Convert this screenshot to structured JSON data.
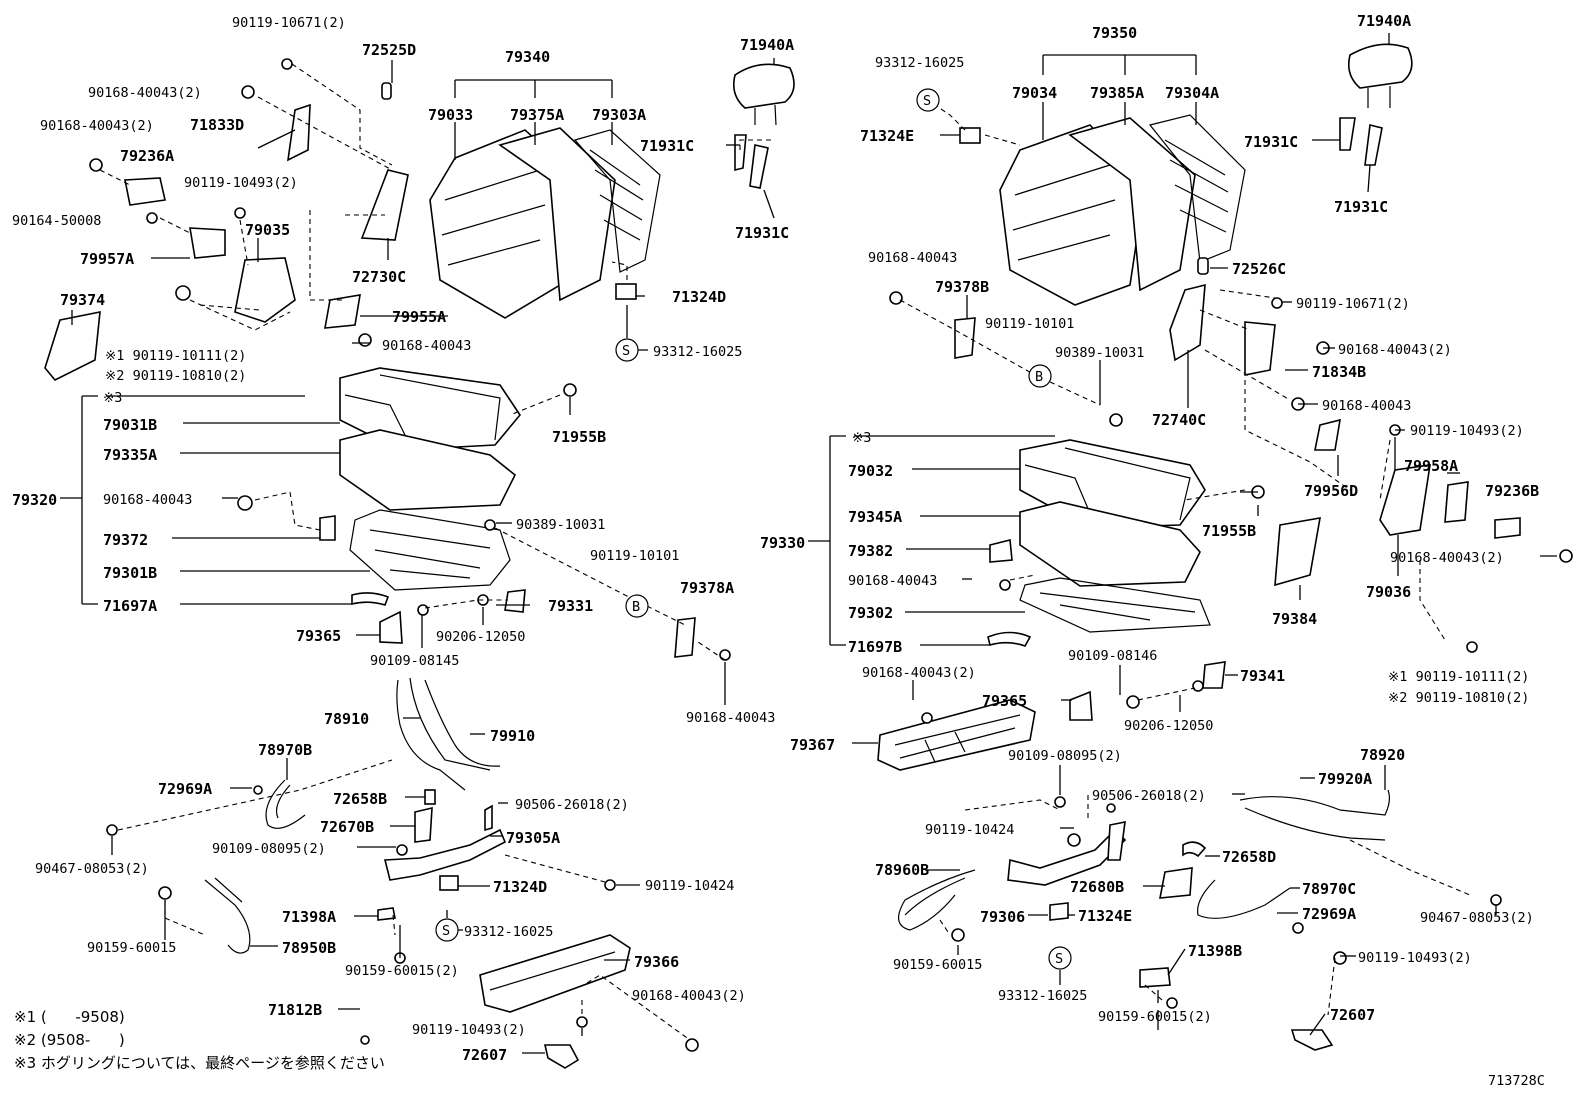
{
  "diagram": {
    "code": "713728C",
    "notes": {
      "n1": "※1 (      -9508)",
      "n2": "※2 (9508-      )",
      "n3": "※3 ホグリングについては、最終ページを参照ください"
    },
    "left": {
      "l1": "90119-10671(2)",
      "l2": "72525D",
      "l3": "79340",
      "l4": "71940A",
      "l5": "90168-40043(2)",
      "l6": "79033",
      "l7": "79375A",
      "l8": "79303A",
      "l9": "90168-40043(2)",
      "l10": "71833D",
      "l11": "71931C",
      "l12": "79236A",
      "l13": "90119-10493(2)",
      "l14": "90164-50008",
      "l15": "79035",
      "l16": "71931C",
      "l17": "79957A",
      "l18": "72730C",
      "l19": "79374",
      "l20": "71324D",
      "l21": "79955A",
      "l22": "※1 90119-10111(2)",
      "l23": "90168-40043",
      "l24": "93312-16025",
      "l25": "※2 90119-10810(2)",
      "l26": "※3",
      "l27": "79031B",
      "l28": "71955B",
      "l29": "79335A",
      "l30": "79320",
      "l31": "90168-40043",
      "l32": "90389-10031",
      "l33": "79372",
      "l34": "90119-10101",
      "l35": "79301B",
      "l36": "79378A",
      "l37": "71697A",
      "l38": "79331",
      "l39": "79365",
      "l40": "90206-12050",
      "l41": "90109-08145",
      "l42": "90168-40043",
      "l43": "78910",
      "l44": "79910",
      "l45": "78970B",
      "l46": "72969A",
      "l47": "72658B",
      "l48": "90506-26018(2)",
      "l49": "72670B",
      "l50": "79305A",
      "l51": "90109-08095(2)",
      "l52": "90467-08053(2)",
      "l53": "71324D",
      "l54": "90119-10424",
      "l55": "71398A",
      "l56": "93312-16025",
      "l57": "90159-60015",
      "l58": "78950B",
      "l59": "90159-60015(2)",
      "l60": "79366",
      "l61": "71812B",
      "l62": "90168-40043(2)",
      "l63": "90119-10493(2)",
      "l64": "72607"
    },
    "right": {
      "r1": "79350",
      "r2": "71940A",
      "r3": "93312-16025",
      "r4": "79034",
      "r5": "79385A",
      "r6": "79304A",
      "r7": "71324E",
      "r8": "71931C",
      "r9": "71931C",
      "r10": "90168-40043",
      "r11": "72526C",
      "r12": "79378B",
      "r13": "90119-10671(2)",
      "r14": "90119-10101",
      "r15": "90168-40043(2)",
      "r16": "90389-10031",
      "r17": "71834B",
      "r18": "90168-40043",
      "r19": "72740C",
      "r20": "※3",
      "r21": "90119-10493(2)",
      "r22": "79032",
      "r23": "79958A",
      "r24": "79956D",
      "r25": "79236B",
      "r26": "79345A",
      "r27": "71955B",
      "r28": "90168-40043(2)",
      "r29": "79330",
      "r30": "79382",
      "r31": "79036",
      "r32": "90168-40043",
      "r33": "79384",
      "r34": "79302",
      "r35": "71697B",
      "r36": "90109-08146",
      "r37": "90168-40043(2)",
      "r38": "79341",
      "r39": "※1 90119-10111(2)",
      "r40": "79365",
      "r41": "※2 90119-10810(2)",
      "r42": "90206-12050",
      "r43": "79367",
      "r44": "90109-08095(2)",
      "r45": "78920",
      "r46": "79920A",
      "r47": "90506-26018(2)",
      "r48": "90119-10424",
      "r49": "78960B",
      "r50": "72658D",
      "r51": "72680B",
      "r52": "78970C",
      "r53": "90467-08053(2)",
      "r54": "79306",
      "r55": "71324E",
      "r56": "72969A",
      "r57": "71398B",
      "r58": "90159-60015",
      "r59": "90119-10493(2)",
      "r60": "93312-16025",
      "r61": "90159-60015(2)",
      "r62": "72607"
    },
    "circle_marks": {
      "s": "S",
      "b": "B"
    }
  }
}
